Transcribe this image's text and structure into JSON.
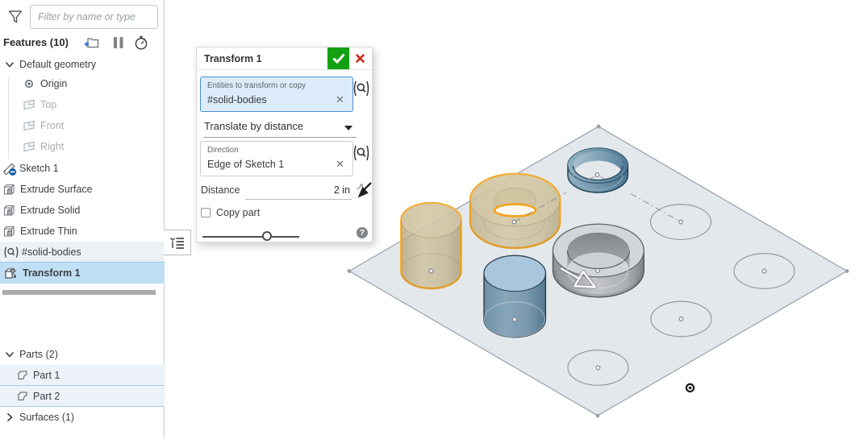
{
  "app": {
    "type": "cad-part-studio"
  },
  "sidebar": {
    "filter_placeholder": "Filter by name or type",
    "features_label": "Features (10)",
    "header_icons": [
      "add-folder-icon",
      "suspend-rebuild-icon",
      "measure-time-icon"
    ],
    "rows": [
      {
        "label": "Default geometry",
        "kind": "group",
        "expanded": true
      },
      {
        "label": "Origin",
        "kind": "origin"
      },
      {
        "label": "Top",
        "kind": "plane",
        "dimmed": true
      },
      {
        "label": "Front",
        "kind": "plane",
        "dimmed": true
      },
      {
        "label": "Right",
        "kind": "plane",
        "dimmed": true
      },
      {
        "label": "Sketch 1",
        "kind": "sketch"
      },
      {
        "label": "Extrude Surface",
        "kind": "extrude"
      },
      {
        "label": "Extrude Solid",
        "kind": "extrude"
      },
      {
        "label": "Extrude Thin",
        "kind": "extrude"
      },
      {
        "label": "#solid-bodies",
        "kind": "query",
        "highlight": "light"
      },
      {
        "label": "Transform 1",
        "kind": "transform",
        "highlight": "selected",
        "bold": true
      }
    ],
    "parts_label": "Parts (2)",
    "parts": [
      {
        "label": "Part 1"
      },
      {
        "label": "Part 2"
      }
    ],
    "surfaces_label": "Surfaces (1)"
  },
  "dialog": {
    "title": "Transform 1",
    "entities_label": "Entities to transform or copy",
    "entities_value": "#solid-bodies",
    "transform_type_value": "Translate by distance",
    "direction_label": "Direction",
    "direction_value": "Edge of Sketch 1",
    "distance_label": "Distance",
    "distance_value": "2 in",
    "copy_part_label": "Copy part",
    "help_glyph": "?"
  },
  "scene": {
    "plate": "square surface with 3x3 grid of sketch circles",
    "objects": [
      "tan-cylinder-selected",
      "tan-ring-selected",
      "blue-cylinder",
      "gray-ring",
      "blue-ring"
    ],
    "markers": [
      "origin-bullseye",
      "direction-manipulator-arrow",
      "dash-dot-centerline"
    ]
  },
  "colors": {
    "selection_outline": "#f5a31c",
    "selected_row_bg": "#bfe0f4",
    "plate_fill": "#e3e8ec",
    "accept_green": "#12a012",
    "cancel_red": "#cd2b1d",
    "entities_field_bg": "#dcecfa",
    "entities_field_border": "#4f90cd",
    "tan_body": "#cdbf9b",
    "blue_body": "#7e9db3",
    "gray_body": "#b4b8bb"
  }
}
